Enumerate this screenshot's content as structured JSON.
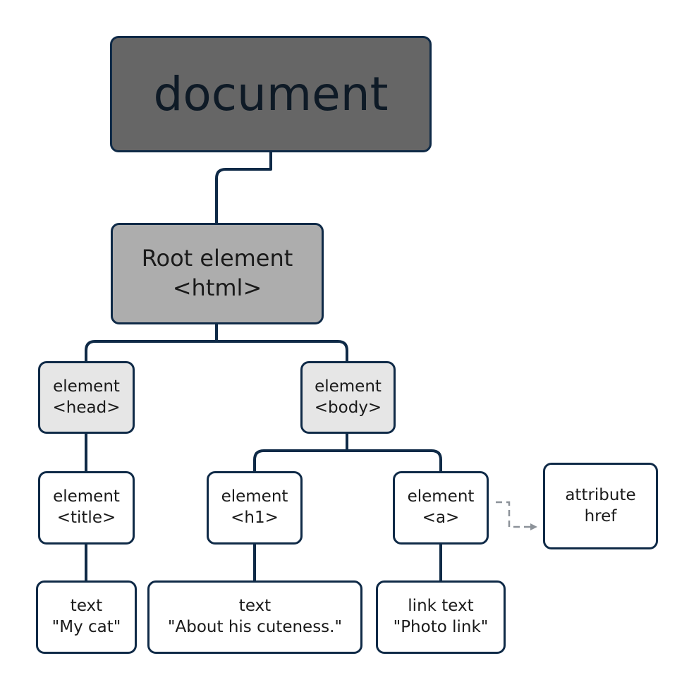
{
  "diagram": {
    "document": {
      "line1": "document"
    },
    "root": {
      "line1": "Root element",
      "line2": "<html>"
    },
    "head": {
      "line1": "element",
      "line2": "<head>"
    },
    "body": {
      "line1": "element",
      "line2": "<body>"
    },
    "title": {
      "line1": "element",
      "line2": "<title>"
    },
    "h1": {
      "line1": "element",
      "line2": "<h1>"
    },
    "a": {
      "line1": "element",
      "line2": "<a>"
    },
    "attribute": {
      "line1": "attribute",
      "line2": "href"
    },
    "text_title": {
      "line1": "text",
      "line2": "\"My cat\""
    },
    "text_h1": {
      "line1": "text",
      "line2": "\"About his cuteness.\""
    },
    "link_text": {
      "line1": "link text",
      "line2": "\"Photo link\""
    }
  },
  "colors": {
    "border": "#0f2a47",
    "document_fill": "#666666",
    "root_fill": "#adadad",
    "element_fill": "#e6e6e6",
    "leaf_fill": "#ffffff",
    "dashed_connector": "#8c9299"
  }
}
